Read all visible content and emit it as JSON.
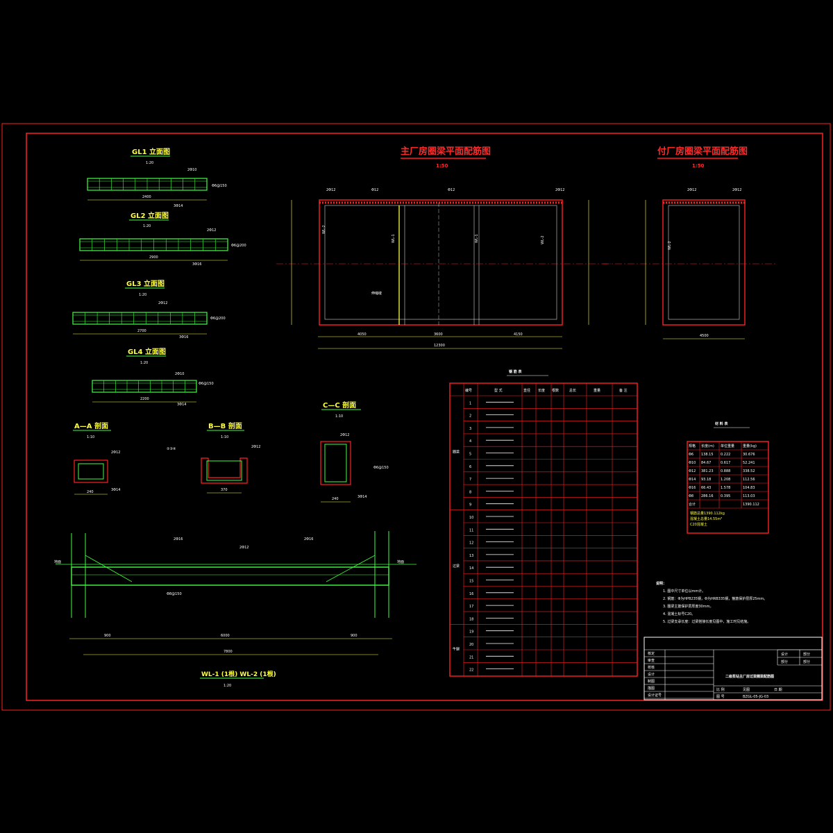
{
  "colors": {
    "frame": "#ff2020",
    "rebar": "#40ff40",
    "text": "#ffffff",
    "title_red": "#ff2a2a",
    "title_yellow": "#ffff40",
    "dim": "#ffff40",
    "background": "#000000"
  },
  "titles": {
    "gl1": "GL1 立面图",
    "gl1_scale": "1:20",
    "gl2": "GL2 立面图",
    "gl2_scale": "1:20",
    "gl3": "GL3 立面图",
    "gl3_scale": "1:20",
    "gl4": "GL4 立面图",
    "gl4_scale": "1:20",
    "main_plan": "主厂房圈梁平面配筋图",
    "main_plan_scale": "1:50",
    "aux_plan": "付厂房圈梁平面配筋图",
    "aux_plan_scale": "1:50",
    "section_aa": "A—A 剖面",
    "section_aa_scale": "1:10",
    "section_bb": "B—B 剖面",
    "section_bb_scale": "1:10",
    "section_cc": "C—C 剖面",
    "section_cc_scale": "1:10",
    "beam_elev": "WL-1 (1根) WL-2 (1根)",
    "beam_elev_scale": "1:20",
    "steel_table": "钢 筋 表",
    "material_table": "材 料 表"
  },
  "plan_labels": {
    "wl1": "WL-1",
    "wl2": "WL-2",
    "expansion": "伸缩缝"
  },
  "steel_table": {
    "headers": [
      "编号",
      "型 式",
      "直径",
      "长度",
      "根数",
      "总长",
      "重量",
      "备 注"
    ],
    "groups": [
      "圈梁",
      "过梁",
      "牛腿"
    ],
    "rows": [
      "1",
      "2",
      "3",
      "4",
      "5",
      "6",
      "7",
      "8",
      "9",
      "10",
      "11",
      "12",
      "13",
      "14",
      "15",
      "16",
      "17",
      "18",
      "19",
      "20",
      "21",
      "22"
    ]
  },
  "material_table": {
    "headers": [
      "规格",
      "长度(m)",
      "单位重量",
      "重量(kg)"
    ],
    "rows": [
      [
        "Φ6",
        "138.15",
        "0.222",
        "30.676"
      ],
      [
        "Φ10",
        "84.67",
        "0.617",
        "52.241"
      ],
      [
        "Φ12",
        "381.23",
        "0.888",
        "338.52"
      ],
      [
        "Φ14",
        "93.18",
        "1.208",
        "112.56"
      ],
      [
        "Φ16",
        "66.43",
        "1.578",
        "104.83"
      ],
      [
        "Φ8",
        "286.16",
        "0.395",
        "113.03"
      ],
      [
        "合计",
        "",
        "",
        "1390.112"
      ]
    ],
    "note_lines": [
      "钢筋总量1390.112kg",
      "混凝土总量14.55m³",
      "C20混凝土"
    ]
  },
  "notes": {
    "title": "说明：",
    "lines": [
      "1. 图中尺寸单位以mm计。",
      "2. 钢筋：Φ为HPB235钢，Φ为HRB335钢，箍筋保护层厚25mm。",
      "3. 圈梁主筋保护层厚度30mm。",
      "4. 混凝土标号C20。",
      "5. 过梁支承长度：过梁搭接长度见图中，施工时见结施。"
    ]
  },
  "title_block": {
    "project_title": "二级泵站主厂房过梁圈梁配筋图",
    "labels": [
      "核定",
      "审查",
      "校核",
      "设计",
      "制图",
      "描图",
      "设计证号"
    ],
    "stage_a": "设计",
    "stage_b": "部分",
    "scale_label": "比 例",
    "scale": "见图",
    "date_label": "日 期",
    "drawing_no_label": "图 号",
    "drawing_no": "BZGL-05-JG-03"
  }
}
